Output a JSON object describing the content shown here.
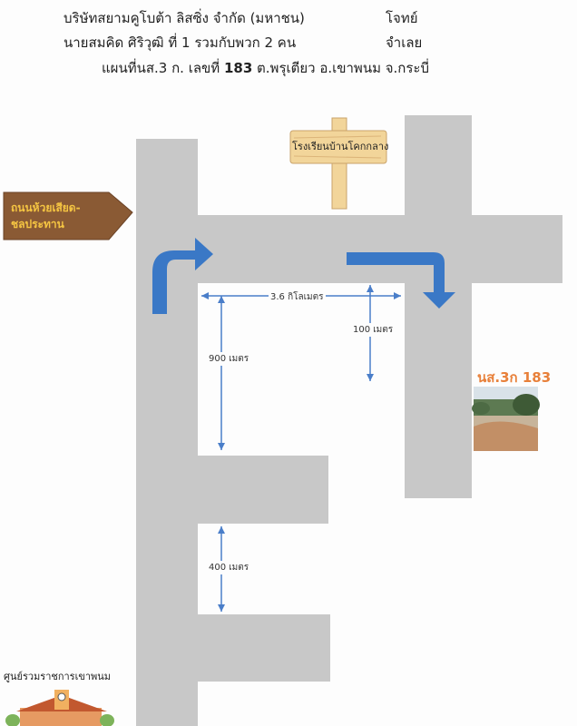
{
  "header": {
    "line1_left": "บริษัทสยามคูโบต้า  ลิสซิ่ง จำกัด (มหาชน)",
    "line1_right": "โจทย์",
    "line2_left": "นายสมคิด ศิริวุฒิ  ที่ 1 รวมกับพวก 2 คน",
    "line2_right": "จำเลย",
    "line3_prefix": "แผนที่นส.3 ก. เลขที่",
    "line3_number": "183",
    "line3_suffix": "ต.พรุเตียว อ.เขาพนม จ.กระบี่"
  },
  "signs": {
    "school": "โรงเรียนบ้านโคกกลาง",
    "road_name_1": "ถนนห้วยเสียด-",
    "road_name_2": "ชลประทาน"
  },
  "distances": {
    "horizontal": "3.6 กิโลเมตร",
    "right_branch": "100 เมตร",
    "upper_vertical": "900 เมตร",
    "lower_vertical": "400 เมตร"
  },
  "parcel": {
    "label": "นส.3ก 183"
  },
  "landmark": {
    "label": "ศูนย์รวมราชการเขาพนม"
  },
  "colors": {
    "road": "#c8c8c8",
    "arrow": "#3a78c6",
    "sign_wood": "#f2d59a",
    "road_sign": "#8a5a34",
    "road_sign_text": "#f5c542",
    "parcel_label": "#e8803a"
  }
}
